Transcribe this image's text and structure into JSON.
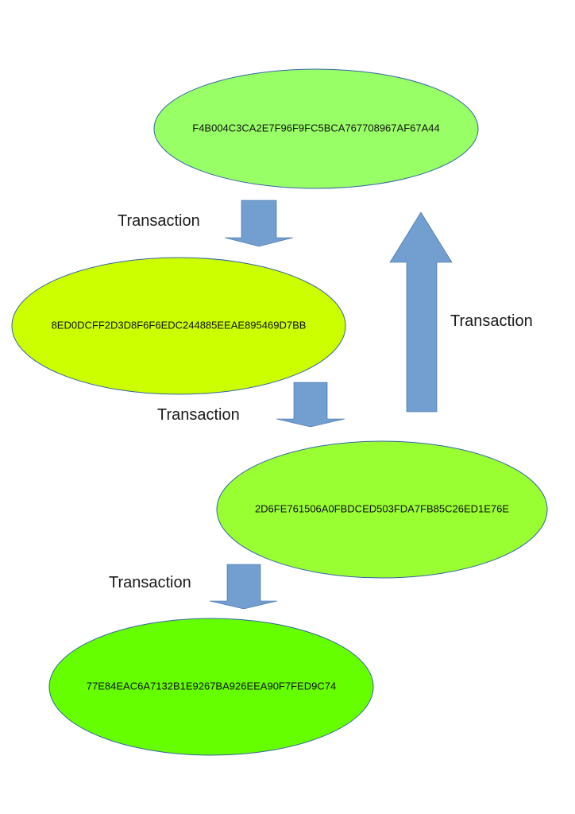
{
  "nodes": [
    {
      "id": "node-1",
      "hash": "F4B004C3CA2E7F96F9FC5BCA767708967AF67A44",
      "color": "#99ff66"
    },
    {
      "id": "node-2",
      "hash": "8ED0DCFF2D3D8F6F6EDC244885EEAE895469D7BB",
      "color": "#ccff00"
    },
    {
      "id": "node-3",
      "hash": "2D6FE761506A0FBDCED503FDA7FB85C26ED1E76E",
      "color": "#99ff33"
    },
    {
      "id": "node-4",
      "hash": "77E84EAC6A7132B1E9267BA926EEA90F7FED9C74",
      "color": "#66ff00"
    }
  ],
  "edges": [
    {
      "from": "node-1",
      "to": "node-2",
      "label": "Transaction"
    },
    {
      "from": "node-2",
      "to": "node-3",
      "label": "Transaction"
    },
    {
      "from": "node-3",
      "to": "node-1",
      "label": "Transaction"
    },
    {
      "from": "node-3",
      "to": "node-4",
      "label": "Transaction"
    }
  ],
  "colors": {
    "arrow_fill": "#729fcf",
    "arrow_stroke": "#3465a4",
    "ellipse_stroke": "#3465a4"
  }
}
